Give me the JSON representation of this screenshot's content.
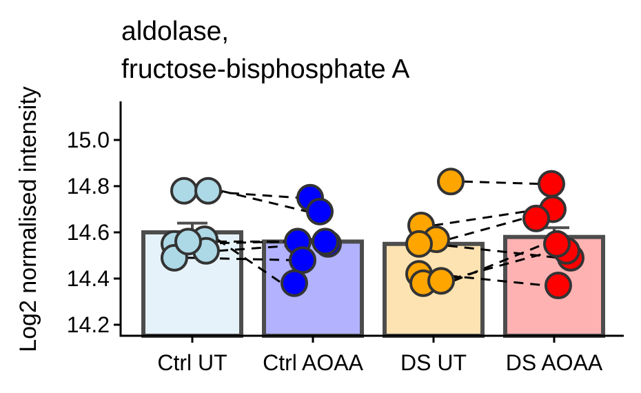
{
  "chart_data": {
    "type": "bar",
    "title": [
      "aldolase,",
      "fructose-bisphosphate A"
    ],
    "xlabel": "",
    "ylabel": "Log2 normalised intensity",
    "ylim": [
      14.16,
      15.16
    ],
    "yticks": [
      "14.2",
      "14.4",
      "14.6",
      "14.8",
      "15.0"
    ],
    "categories": [
      "Ctrl UT",
      "Ctrl AOAA",
      "DS UT",
      "DS AOAA"
    ],
    "bar_fill_colors": [
      "#e6f2f9",
      "#b2b2ff",
      "#fde3b2",
      "#ffb2b2"
    ],
    "point_colors": [
      "#add8e6",
      "#0000ff",
      "#ffa500",
      "#ff0000"
    ],
    "values": [
      14.6,
      14.56,
      14.55,
      14.58
    ],
    "error_upper": [
      14.64,
      14.57,
      14.56,
      14.62
    ],
    "points": [
      [
        14.78,
        14.78,
        14.55,
        14.49,
        14.57,
        14.52,
        14.56
      ],
      [
        14.75,
        14.69,
        14.56,
        14.48,
        14.38,
        14.55,
        14.56
      ],
      [
        14.82,
        14.63,
        14.57,
        14.55,
        14.42,
        14.38,
        14.39
      ],
      [
        14.81,
        14.7,
        14.66,
        14.49,
        14.37,
        14.52,
        14.55
      ]
    ],
    "grid": false,
    "legend": "none"
  }
}
